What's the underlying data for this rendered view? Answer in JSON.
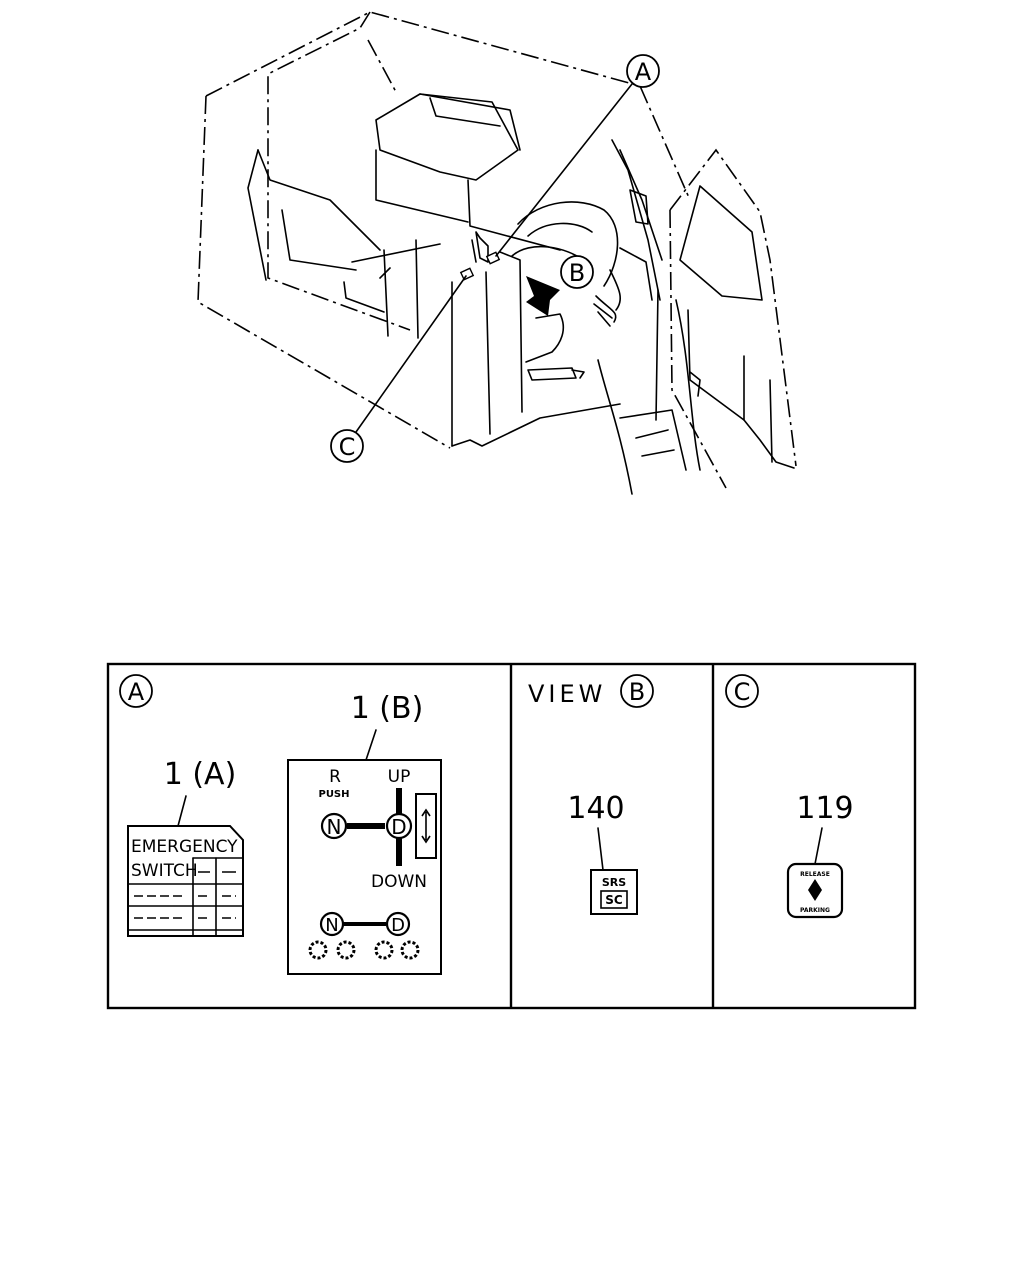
{
  "callouts": {
    "a": "A",
    "b": "B",
    "c": "C"
  },
  "panels": {
    "a": {
      "label": "A",
      "part_a_ref": "1 (A)",
      "part_b_ref": "1 (B)",
      "label_a": {
        "line1": "EMERGENCY",
        "line2": "SWITCH"
      },
      "label_b": {
        "r": "R",
        "push": "PUSH",
        "up": "UP",
        "down": "DOWN",
        "n": "N",
        "d": "D"
      }
    },
    "b": {
      "prefix": "VIEW",
      "label": "B",
      "part_ref": "140",
      "sticker": {
        "line1": "SRS",
        "line2": "SC"
      }
    },
    "c": {
      "label": "C",
      "part_ref": "119",
      "sticker": {
        "top": "RELEASE",
        "bottom": "PARKING"
      }
    }
  }
}
